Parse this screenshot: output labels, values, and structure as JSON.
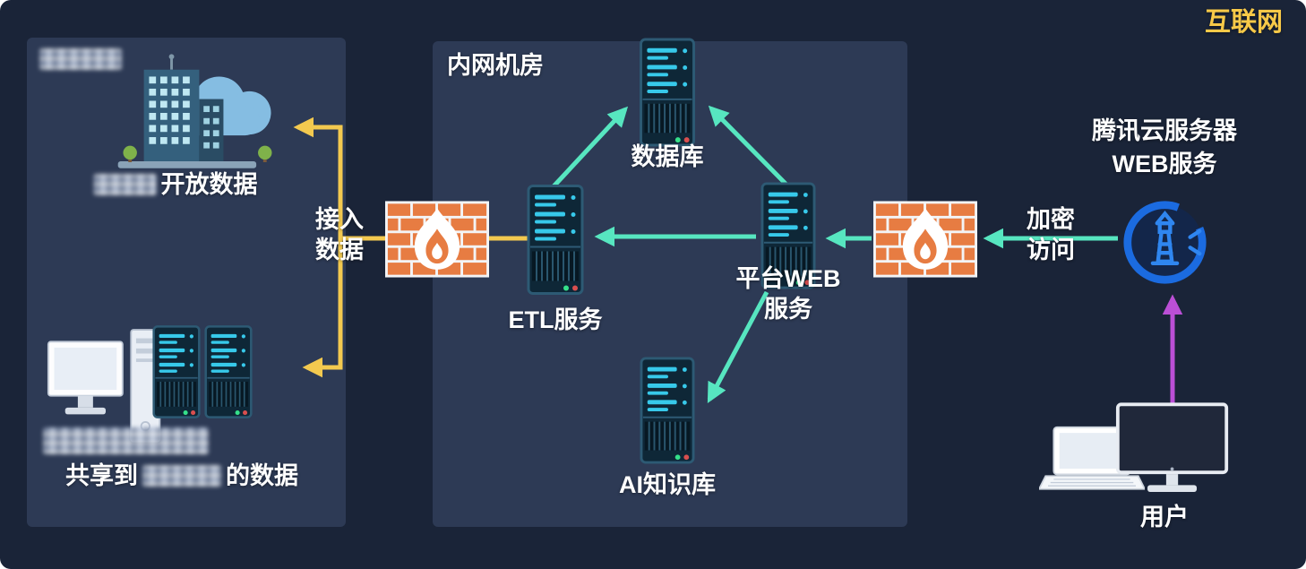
{
  "colors": {
    "background": "#1a2438",
    "panel": "#2d3a55",
    "accent_yellow": "#f3c94f",
    "accent_teal": "#57e6c0",
    "accent_purple": "#bb4fd6",
    "firewall_orange": "#e77c42",
    "server_stripe_teal": "#37c9ea",
    "cloud_blue": "#1b6be0"
  },
  "header": {
    "internet_label": "互联网"
  },
  "left_panel": {
    "open_data_label": "开放数据",
    "shared_data_prefix": "共享到",
    "shared_data_suffix": "的数据"
  },
  "intranet": {
    "title": "内网机房",
    "nodes": {
      "database": "数据库",
      "etl": "ETL服务",
      "web_line1": "平台WEB",
      "web_line2": "服务",
      "ai": "AI知识库"
    }
  },
  "links": {
    "ingest_line1": "接入",
    "ingest_line2": "数据",
    "encrypted_line1": "加密",
    "encrypted_line2": "访问"
  },
  "cloud": {
    "title_line1": "腾讯云服务器",
    "title_line2": "WEB服务"
  },
  "user": {
    "label": "用户"
  }
}
